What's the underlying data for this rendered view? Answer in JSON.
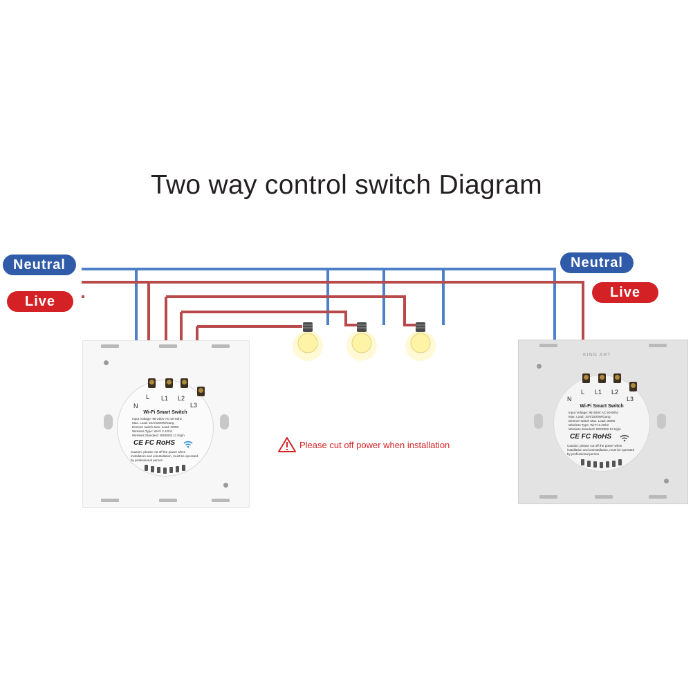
{
  "title": "Two way control switch Diagram",
  "labels": {
    "neutral_left": "Neutral",
    "live_left": "Live",
    "neutral_right": "Neutral",
    "live_right": "Live"
  },
  "terminals": {
    "left": [
      "N",
      "L",
      "L1",
      "L2",
      "L3"
    ],
    "right": [
      "N",
      "L",
      "L1",
      "L2",
      "L3"
    ]
  },
  "module": {
    "name": "Wi-Fi Smart Switch",
    "specs": "Input Voltage: 95-250V AC 50-60hz\nMax. Load: 10A/2200W/Gang\nDimmer switch Max. Load: 300W\nWireless Type: Wi-Fi 2.4Ghz\nWireless Standard: IEEE802.11 b/g/n",
    "certifications": "CE FC RoHS",
    "caution": "Caution: please cut off the power when installation and uninstallation, must be operated by professional person"
  },
  "right_logo": "KING ART",
  "warning": "Please cut off power when installation",
  "colors": {
    "neutral": "#4d80c9",
    "live": "#b84a4c",
    "pill_neutral": "#2f5ba8",
    "pill_live": "#d32125",
    "warning": "#d32125"
  },
  "icons": [
    "warning-triangle-icon",
    "light-bulb-icon",
    "wifi-icon"
  ]
}
